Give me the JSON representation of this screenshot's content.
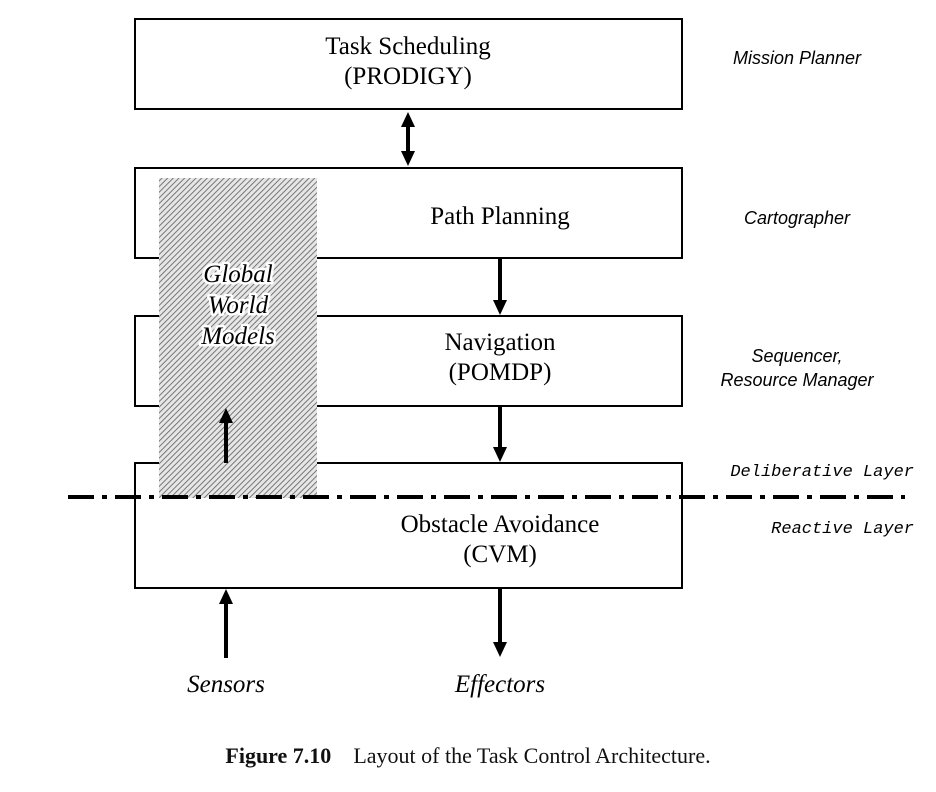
{
  "modules": {
    "task_scheduling": {
      "line1": "Task Scheduling",
      "line2": "(PRODIGY)"
    },
    "path_planning": {
      "line1": "Path Planning"
    },
    "navigation": {
      "line1": "Navigation",
      "line2": "(POMDP)"
    },
    "obstacle_avoidance": {
      "line1": "Obstacle Avoidance",
      "line2": "(CVM)"
    }
  },
  "world_models": {
    "line1": "Global",
    "line2": "World",
    "line3": "Models"
  },
  "roles": {
    "mission_planner": "Mission Planner",
    "cartographer": "Cartographer",
    "sequencer_line1": "Sequencer,",
    "sequencer_line2": "Resource Manager"
  },
  "layers": {
    "deliberative": "Deliberative Layer",
    "reactive": "Reactive Layer"
  },
  "io": {
    "sensors": "Sensors",
    "effectors": "Effectors"
  },
  "caption": {
    "number": "Figure 7.10",
    "text": "Layout of the Task Control Architecture."
  }
}
